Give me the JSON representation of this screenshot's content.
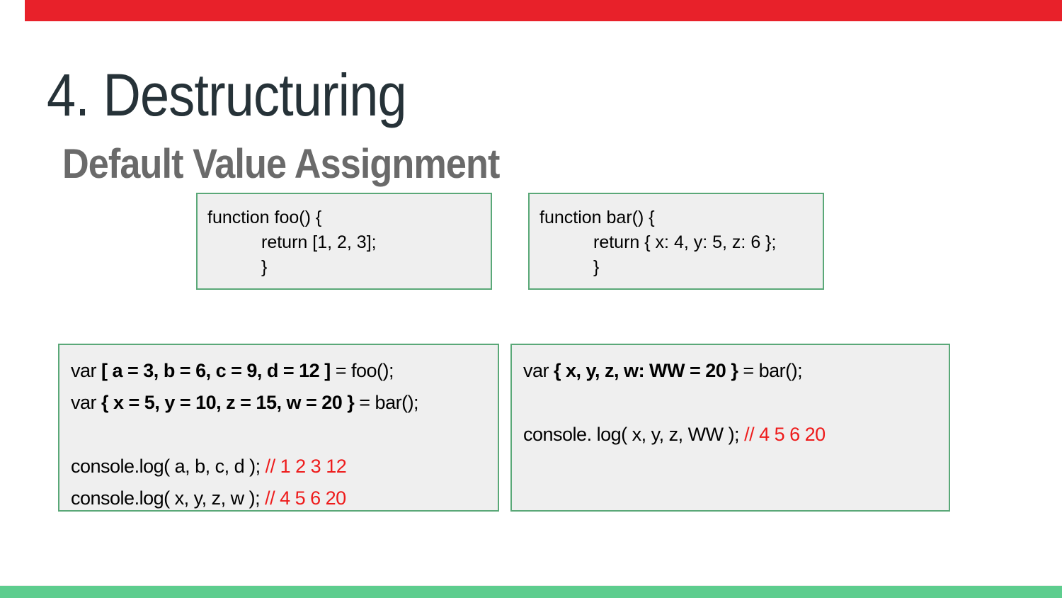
{
  "slide": {
    "title": "4. Destructuring",
    "subtitle": "Default Value Assignment",
    "colors": {
      "top_bar": "#e8212a",
      "bottom_bar": "#5dcd8e",
      "box_border": "#5aa878",
      "box_fill": "#efefef",
      "comment_red": "#ee1b1b",
      "title_text": "#263238",
      "subtitle_text": "#6a6a6a"
    }
  },
  "code_boxes": {
    "foo_def": {
      "lines": [
        {
          "seg": [
            {
              "t": "function foo() {",
              "s": "p"
            }
          ]
        },
        {
          "indent": true,
          "seg": [
            {
              "t": "return [1, 2, 3];",
              "s": "p"
            }
          ]
        },
        {
          "indent": true,
          "seg": [
            {
              "t": "}",
              "s": "p"
            }
          ]
        }
      ]
    },
    "bar_def": {
      "lines": [
        {
          "seg": [
            {
              "t": "function bar() {",
              "s": "p"
            }
          ]
        },
        {
          "indent": true,
          "seg": [
            {
              "t": "return { x: 4, y: 5, z: 6 };",
              "s": "p"
            }
          ]
        },
        {
          "indent": true,
          "seg": [
            {
              "t": "}",
              "s": "p"
            }
          ]
        }
      ]
    },
    "left_usage": {
      "lines": [
        {
          "seg": [
            {
              "t": "var ",
              "s": "p"
            },
            {
              "t": "[ a = 3, b = 6, c = 9, d = 12 ]",
              "s": "b"
            },
            {
              "t": " = foo();",
              "s": "p"
            }
          ]
        },
        {
          "seg": [
            {
              "t": "var ",
              "s": "p"
            },
            {
              "t": "{ x = 5, y = 10, z = 15, w = 20 }",
              "s": "b"
            },
            {
              "t": " = bar();",
              "s": "p"
            }
          ]
        },
        {
          "seg": []
        },
        {
          "seg": [
            {
              "t": "console.log( a, b, c, d ); ",
              "s": "p"
            },
            {
              "t": "// 1 2 3 12",
              "s": "c"
            }
          ]
        },
        {
          "seg": [
            {
              "t": "console.log( x, y, z, w ); ",
              "s": "p"
            },
            {
              "t": "// 4 5 6 20",
              "s": "c"
            }
          ]
        }
      ]
    },
    "right_usage": {
      "lines": [
        {
          "seg": [
            {
              "t": "var ",
              "s": "p"
            },
            {
              "t": "{ x, y, z, w: WW = 20 }",
              "s": "b"
            },
            {
              "t": " = bar();",
              "s": "p"
            }
          ]
        },
        {
          "seg": []
        },
        {
          "seg": [
            {
              "t": "console. log( x, y, z, WW ); ",
              "s": "p"
            },
            {
              "t": "// 4 5 6 20",
              "s": "c"
            }
          ]
        }
      ]
    }
  }
}
